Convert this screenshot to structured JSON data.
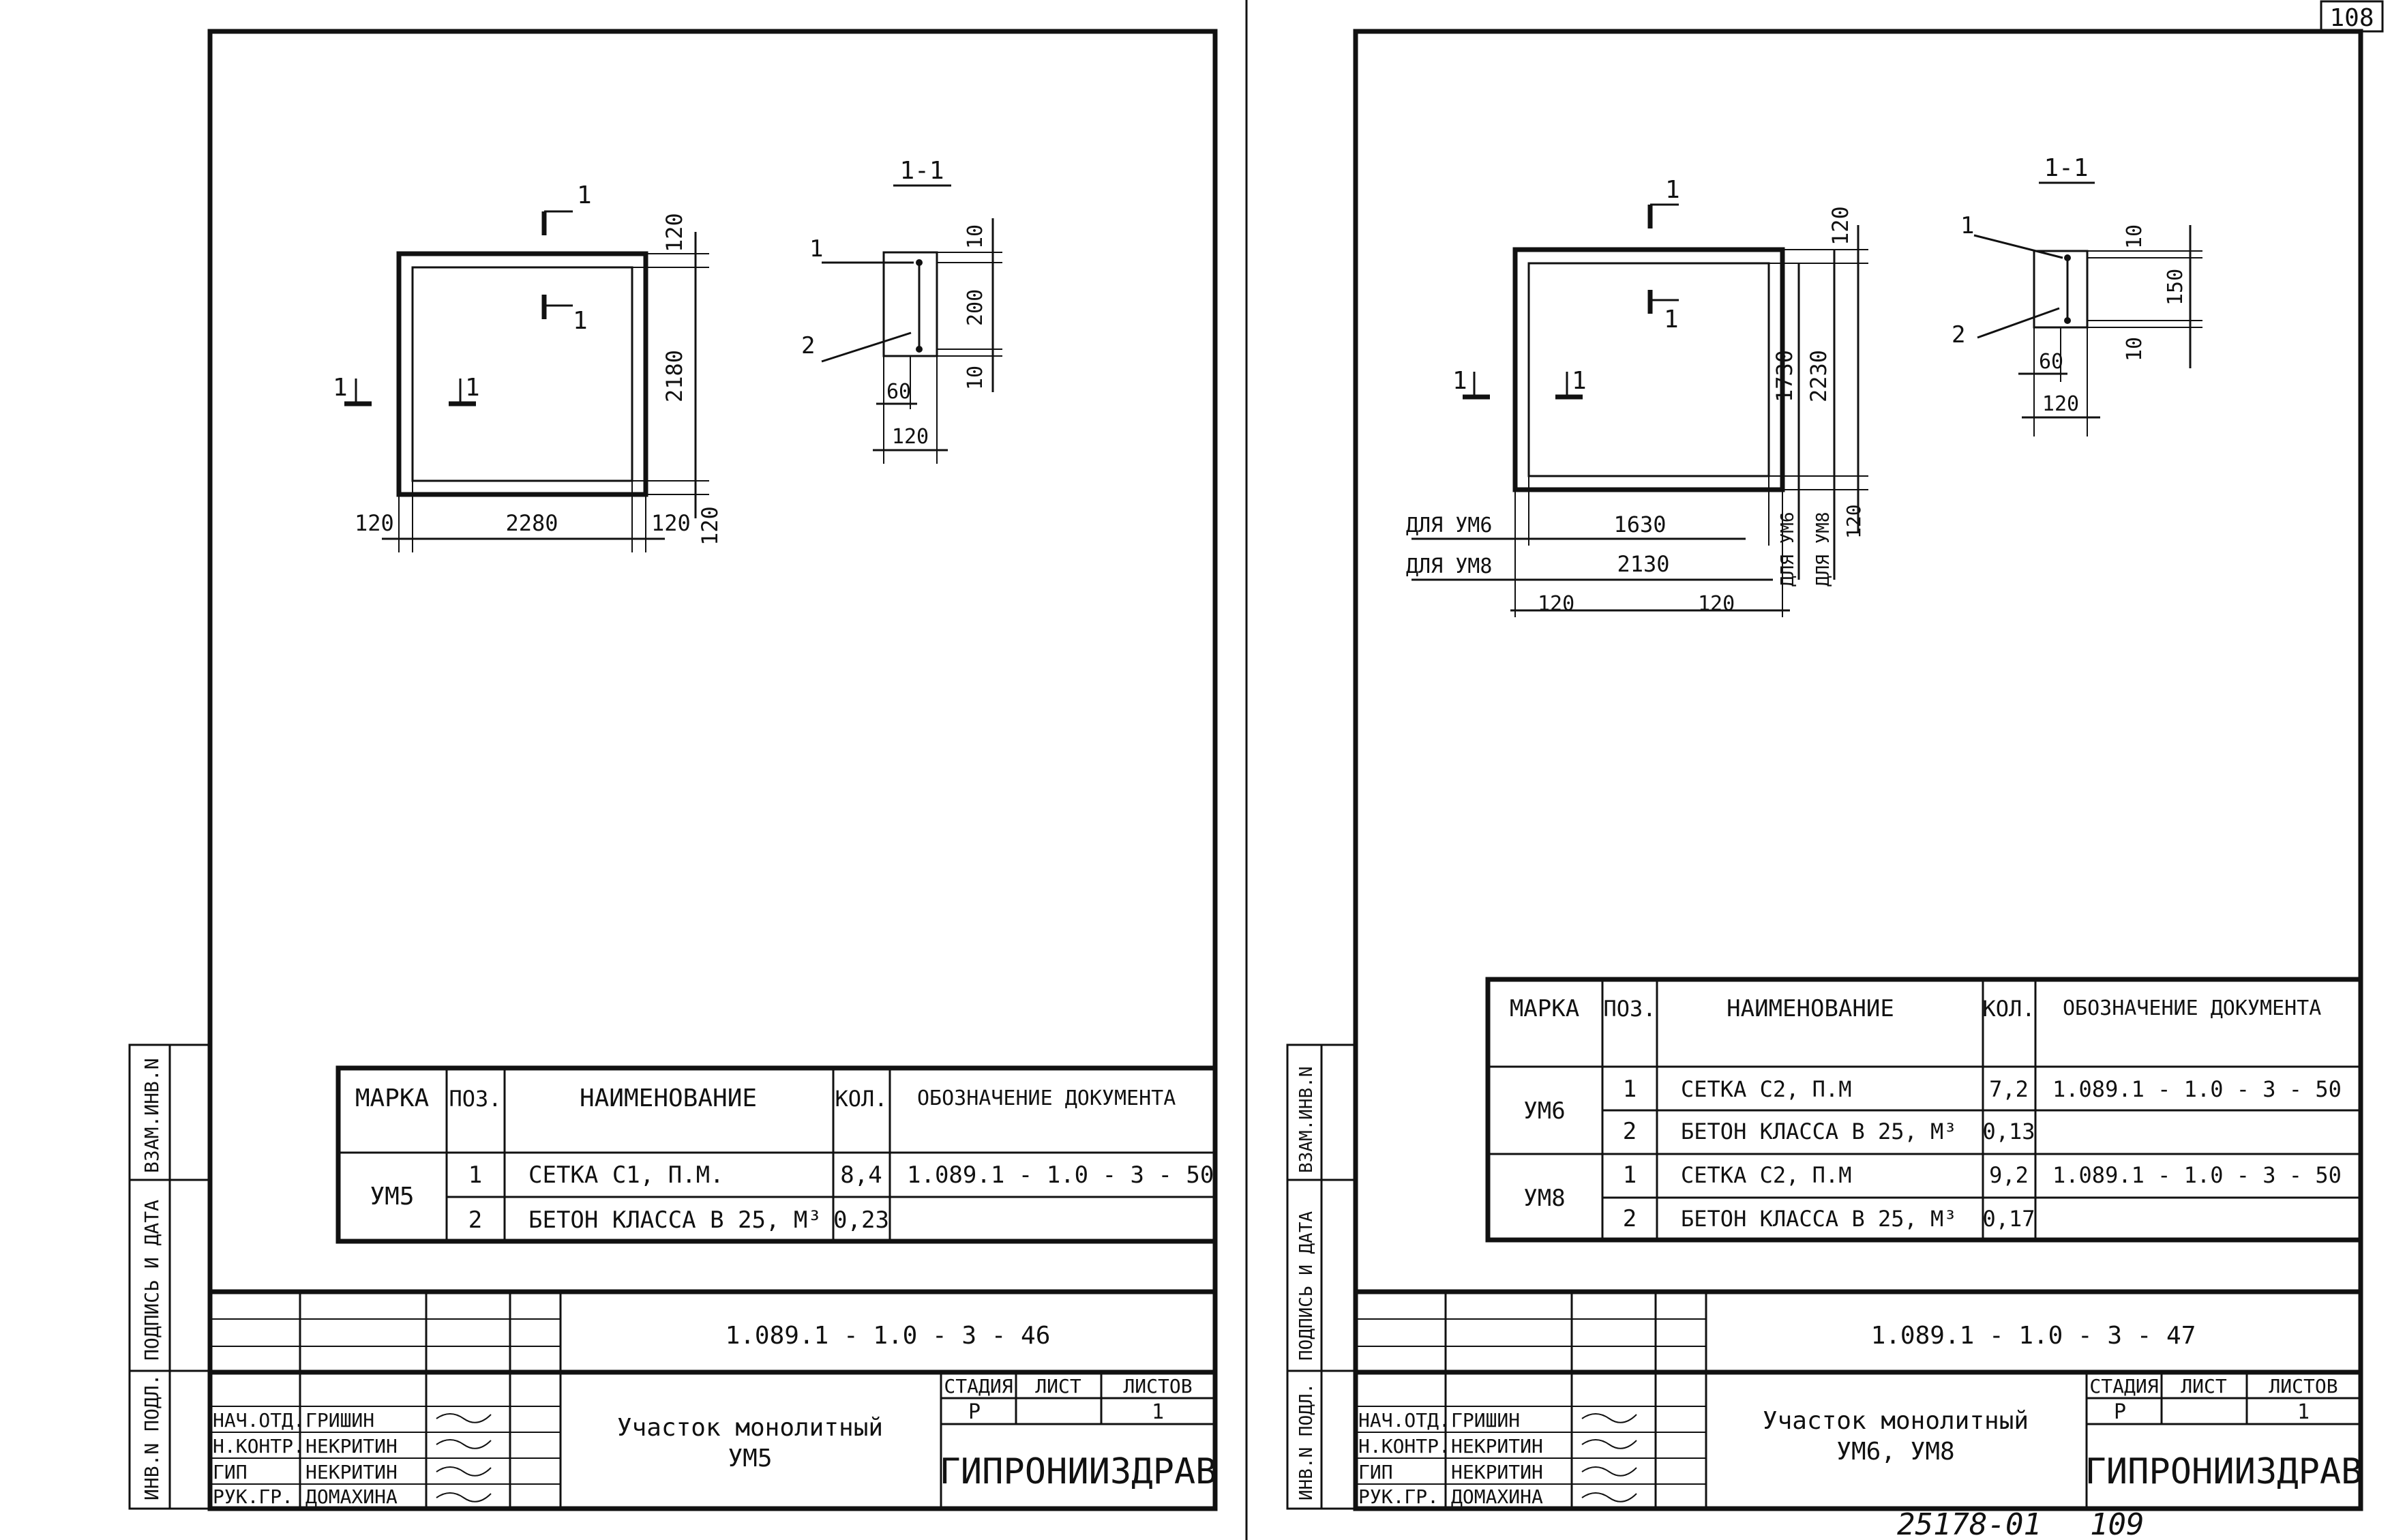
{
  "page_number": "108",
  "archive_number": "25178-01",
  "archive_page": "109",
  "side_labels": [
    "ИНВ.N ПОДЛ.",
    "ПОДПИСЬ И ДАТА",
    "ВЗАМ.ИНВ.N"
  ],
  "sheets": [
    {
      "section_title": "1-1",
      "section_marks": [
        "1",
        "1",
        "1",
        "1"
      ],
      "outer_dims": {
        "height": "2180",
        "width": "2280",
        "wall_left": "120",
        "wall_right": "120",
        "wall_top": "120",
        "wall_bottom": "120"
      },
      "section_dims": {
        "cover_top": "10",
        "height": "200",
        "cover_bottom": "10",
        "half": "60",
        "width": "120"
      },
      "callouts": [
        "1",
        "2"
      ],
      "table": {
        "headers": [
          "МАРКА",
          "ПОЗ.",
          "НАИМЕНОВАНИЕ",
          "КОЛ.",
          "ОБОЗНАЧЕНИЕ ДОКУМЕНТА"
        ],
        "groups": [
          {
            "mark": "УМ5",
            "rows": [
              {
                "pos": "1",
                "name": "СЕТКА С1, П.М.",
                "qty": "8,4",
                "doc": "1.089.1 - 1.0 - 3 - 50"
              },
              {
                "pos": "2",
                "name": "БЕТОН КЛАССА В 25, М³",
                "qty": "0,23",
                "doc": ""
              }
            ]
          }
        ]
      },
      "title_block": {
        "doc_code": "1.089.1 - 1.0 - 3 - 46",
        "roles": [
          "НАЧ.ОТД.",
          "Н.КОНТР.",
          "ГИП",
          "РУК.ГР."
        ],
        "names": [
          "ГРИШИН",
          "НЕКРИТИН",
          "НЕКРИТИН",
          "ДОМАХИНА"
        ],
        "title_lines": [
          "Участок монолитный",
          "УМ5"
        ],
        "stage_header": "СТАДИЯ",
        "sheet_header": "ЛИСТ",
        "sheets_header": "ЛИСТОВ",
        "stage": "Р",
        "sheet": "",
        "sheets_total": "1",
        "org": "ГИПРОНИИЗДРАВ"
      }
    },
    {
      "section_title": "1-1",
      "section_marks": [
        "1",
        "1",
        "1",
        "1"
      ],
      "outer_dims": {
        "inner_height": "1730",
        "height": "2230",
        "wall_top": "120",
        "wall_bottom": "120",
        "label_um6": "ДЛЯ УМ6",
        "label_um8": "ДЛЯ УМ8",
        "width_um6": "1630",
        "width_um8": "2130",
        "wall_left": "120",
        "wall_right": "120",
        "vlabel_um6": "ДЛЯ УМ6",
        "vlabel_um8": "ДЛЯ УМ8"
      },
      "section_dims": {
        "cover_top": "10",
        "height": "150",
        "cover_bottom": "10",
        "half": "60",
        "width": "120"
      },
      "callouts": [
        "1",
        "2"
      ],
      "table": {
        "headers": [
          "МАРКА",
          "ПОЗ.",
          "НАИМЕНОВАНИЕ",
          "КОЛ.",
          "ОБОЗНАЧЕНИЕ ДОКУМЕНТА"
        ],
        "groups": [
          {
            "mark": "УМ6",
            "rows": [
              {
                "pos": "1",
                "name": "СЕТКА С2, П.М",
                "qty": "7,2",
                "doc": "1.089.1 - 1.0 - 3 - 50"
              },
              {
                "pos": "2",
                "name": "БЕТОН КЛАССА В 25, М³",
                "qty": "0,13",
                "doc": ""
              }
            ]
          },
          {
            "mark": "УМ8",
            "rows": [
              {
                "pos": "1",
                "name": "СЕТКА С2, П.М",
                "qty": "9,2",
                "doc": "1.089.1 - 1.0 - 3 - 50"
              },
              {
                "pos": "2",
                "name": "БЕТОН КЛАССА В 25, М³",
                "qty": "0,17",
                "doc": ""
              }
            ]
          }
        ]
      },
      "title_block": {
        "doc_code": "1.089.1 - 1.0 - 3 - 47",
        "roles": [
          "НАЧ.ОТД.",
          "Н.КОНТР.",
          "ГИП",
          "РУК.ГР."
        ],
        "names": [
          "ГРИШИН",
          "НЕКРИТИН",
          "НЕКРИТИН",
          "ДОМАХИНА"
        ],
        "title_lines": [
          "Участок монолитный",
          "УМ6, УМ8"
        ],
        "stage_header": "СТАДИЯ",
        "sheet_header": "ЛИСТ",
        "sheets_header": "ЛИСТОВ",
        "stage": "Р",
        "sheet": "",
        "sheets_total": "1",
        "org": "ГИПРОНИИЗДРАВ"
      }
    }
  ]
}
